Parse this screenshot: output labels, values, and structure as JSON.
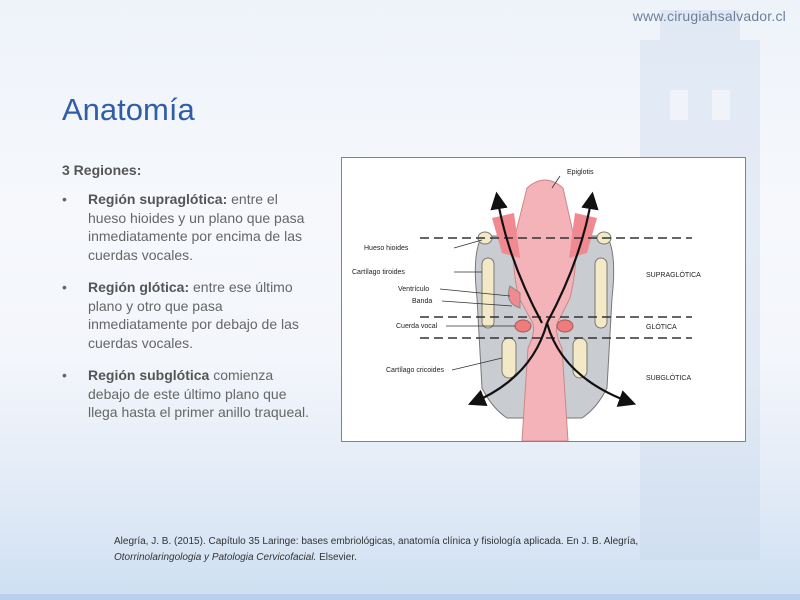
{
  "header": {
    "url": "www.cirugiahsalvador.cl"
  },
  "slide": {
    "title": "Anatomía",
    "subtitle": "3 Regiones:",
    "bullets": [
      {
        "bold": "Región supraglótica:",
        "text": " entre el hueso hioides y un plano que pasa inmediatamente por encima de las cuerdas vocales."
      },
      {
        "bold": "Región glótica:",
        "text": " entre ese último plano y otro que pasa inmediatamente por debajo de las cuerdas vocales."
      },
      {
        "bold": "Región subglótica",
        "text": " comienza debajo de este último plano que llega hasta el primer anillo traqueal."
      }
    ]
  },
  "figure": {
    "labels": {
      "epiglotis": "Epiglotis",
      "hueso_hioides": "Hueso hioides",
      "cartilago_tiroides": "Cartílago tiroides",
      "ventriculo": "Ventrículo",
      "banda": "Banda",
      "cuerda_vocal": "Cuerda vocal",
      "cartilago_cricoides": "Cartílago cricoides",
      "supraglotica": "SUPRAGLÓTICA",
      "glotica": "GLÓTICA",
      "subglotica": "SUBGLÓTICA"
    }
  },
  "citation": {
    "line1": "Alegría, J. B. (2015). Capítulo 35 Laringe: bases embriológicas, anatomía clínica y fisiología aplicada. En J. B. Alegría,",
    "italic": "Otorrinolaringologia y Patologia Cervicofacial.",
    "after": " Elsevier."
  },
  "colors": {
    "title": "#2f5ea8",
    "frame": "#c9607a",
    "mucosa": "#f3b3b8",
    "cartilage": "#f3e9c6"
  }
}
